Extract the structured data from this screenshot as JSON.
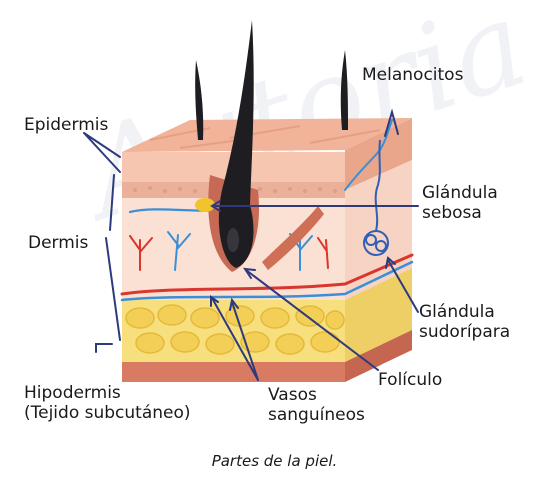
{
  "labels": {
    "melanocitos": "Melanocitos",
    "epidermis": "Epidermis",
    "dermis": "Dermis",
    "glandula_sebosa_1": "Glándula",
    "glandula_sebosa_2": "sebosa",
    "glandula_sudoripara_1": "Glándula",
    "glandula_sudoripara_2": "sudorípara",
    "foliculo": "Folículo",
    "hipodermis_1": "Hipodermis",
    "hipodermis_2": "(Tejido subcutáneo)",
    "vasos_1": "Vasos",
    "vasos_2": "sanguíneos"
  },
  "caption": "Partes de la piel.",
  "colors": {
    "pointer": "#2d3a7c",
    "epidermis_top": "#f1b49a",
    "epidermis_front": "#f7c6b0",
    "dermis": "#fbe1d4",
    "hypodermis": "#f7df7e",
    "fat_cells": "#f3cf57",
    "muscle": "#cf6f55",
    "hair": "#1e1e22",
    "vessel_red": "#d9362e",
    "vessel_blue": "#3b8fd6"
  }
}
